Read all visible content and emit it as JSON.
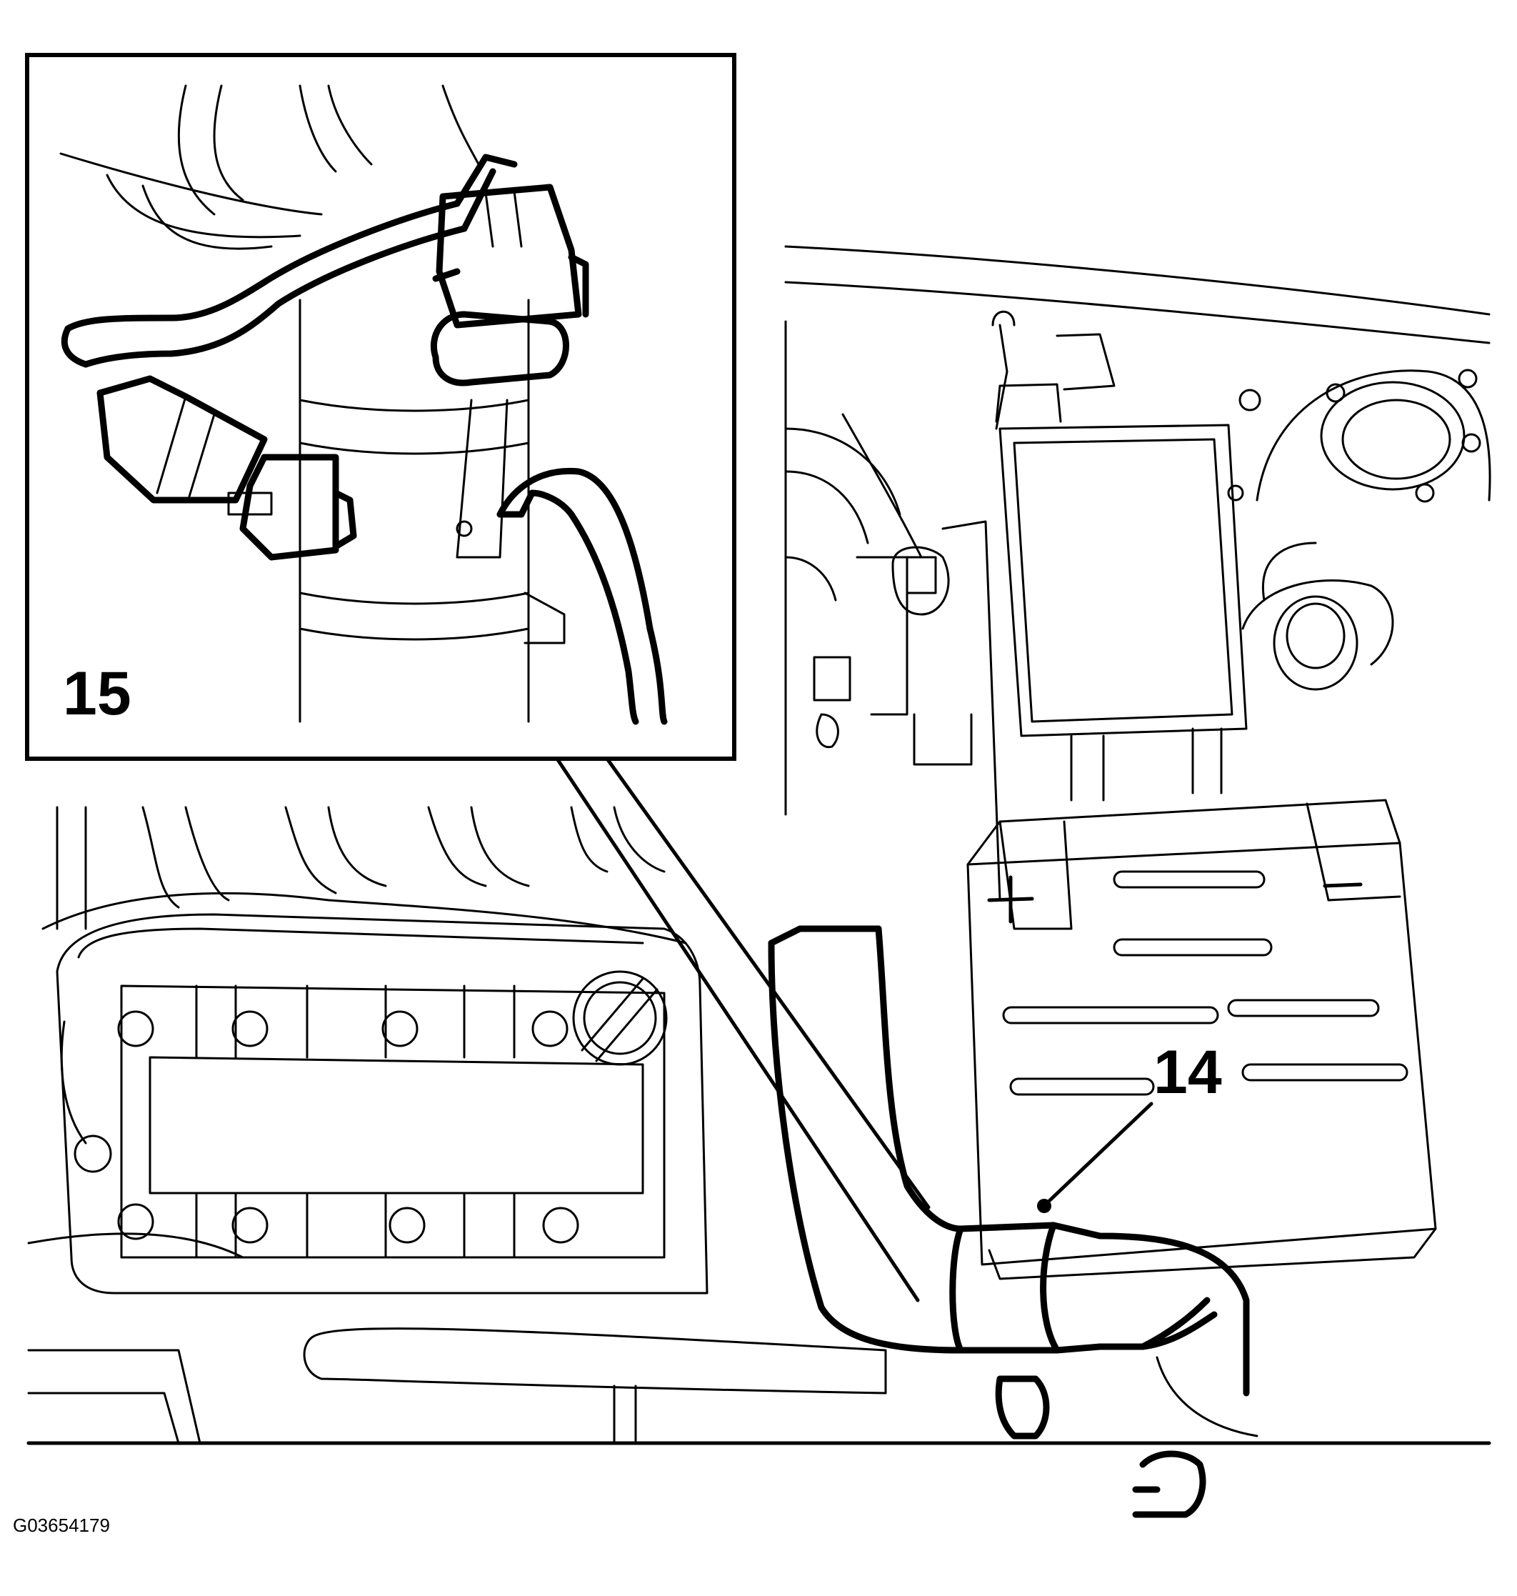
{
  "diagram": {
    "callouts": {
      "inset_part": "15",
      "main_part": "14"
    },
    "figure_id": "G03654179",
    "colors": {
      "line": "#000000",
      "background": "#ffffff"
    }
  }
}
